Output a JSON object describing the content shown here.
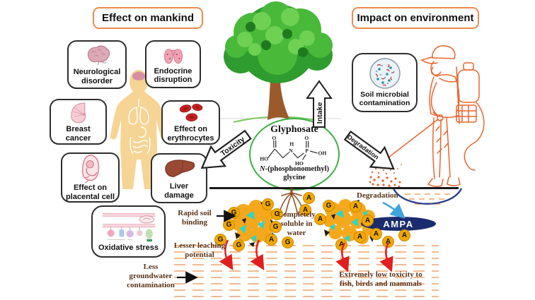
{
  "palette": {
    "header_border": "#EE8A4C",
    "box_border": "#2E2E2E",
    "soil_text": "#5A3318",
    "soil_dash": "#F3BA90",
    "marker_yellow": "#F2A800",
    "ampa_navy": "#1B2C6E",
    "arc_blue": "#2B3F87",
    "red_arrow": "#E02020",
    "glyphosate_green": "#3CB043",
    "sprayer_orange": "#E8652E",
    "body_tan": "#F5D494"
  },
  "headers": {
    "mankind": "Effect on mankind",
    "environment": "Impact on environment"
  },
  "effects": {
    "neurological": "Neurological disorder",
    "endocrine": "Endocrine disruption",
    "breast": "Breast cancer",
    "erythrocytes": "Effect on erythrocytes",
    "placental": "Effect on placental cell",
    "liver": "Liver damage",
    "oxidative": "Oxidative stress"
  },
  "environment": {
    "soil_microbial": "Soil microbial contamination"
  },
  "center": {
    "intake": "Intake",
    "toxicity": "Toxicity",
    "degradation": "Degradation",
    "glyphosate_title": "Glyphosate",
    "chem_name_italic": "N",
    "chem_name_rest": "-(phosphonomethyl)",
    "chem_name_line2": "glycine",
    "atoms": {
      "ho1": "HO",
      "o1": "O",
      "n": "N",
      "h": "H",
      "p": "P",
      "o2": "O",
      "oh": "OH",
      "ho2": "HO"
    }
  },
  "soil": {
    "rapid_binding": "Rapid soil binding",
    "soluble": "Completely soluble in water",
    "leaching": "Lesser leaching potential",
    "groundwater": "Less groundwater contamination",
    "degradation": "Degradation",
    "ampa": "AMPA",
    "low_toxicity": "Extremely low toxicity to fish, birds and mammals"
  },
  "markers": {
    "glyphosate": "G",
    "ampa": "A"
  }
}
